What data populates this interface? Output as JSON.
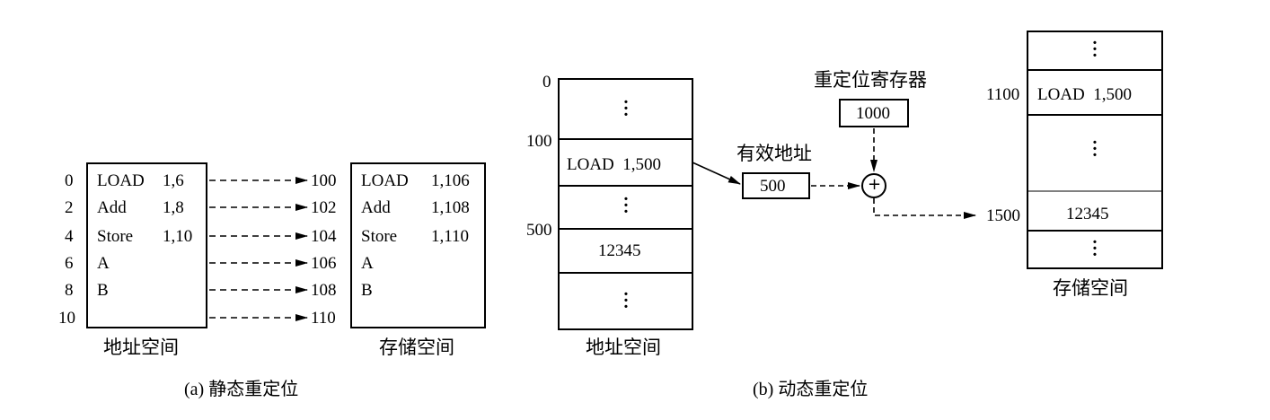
{
  "static": {
    "left_addresses": [
      "0",
      "2",
      "4",
      "6",
      "8",
      "10"
    ],
    "address_space_rows": [
      {
        "op": "LOAD",
        "arg": "1,6"
      },
      {
        "op": "Add",
        "arg": "1,8"
      },
      {
        "op": "Store",
        "arg": "1,10"
      },
      {
        "op": "A",
        "arg": ""
      },
      {
        "op": "B",
        "arg": ""
      }
    ],
    "mapped_addresses": [
      "100",
      "102",
      "104",
      "106",
      "108",
      "110"
    ],
    "storage_rows": [
      {
        "op": "LOAD",
        "arg": "1,106"
      },
      {
        "op": "Add",
        "arg": "1,108"
      },
      {
        "op": "Store",
        "arg": "1,110"
      },
      {
        "op": "A",
        "arg": ""
      },
      {
        "op": "B",
        "arg": ""
      }
    ],
    "address_space_label": "地址空间",
    "storage_label": "存储空间",
    "caption": "(a) 静态重定位"
  },
  "dynamic": {
    "address_space": {
      "addresses": [
        "0",
        "100",
        "500"
      ],
      "instruction": "LOAD  1,500",
      "data_value": "12345",
      "label": "地址空间"
    },
    "effective_address_label": "有效地址",
    "effective_address_value": "500",
    "relocation_register_label": "重定位寄存器",
    "relocation_register_value": "1000",
    "adder_symbol": "+",
    "storage": {
      "addresses": [
        "1100",
        "1500"
      ],
      "instruction": "LOAD  1,500",
      "data_value": "12345",
      "label": "存储空间"
    },
    "caption": "(b) 动态重定位"
  }
}
